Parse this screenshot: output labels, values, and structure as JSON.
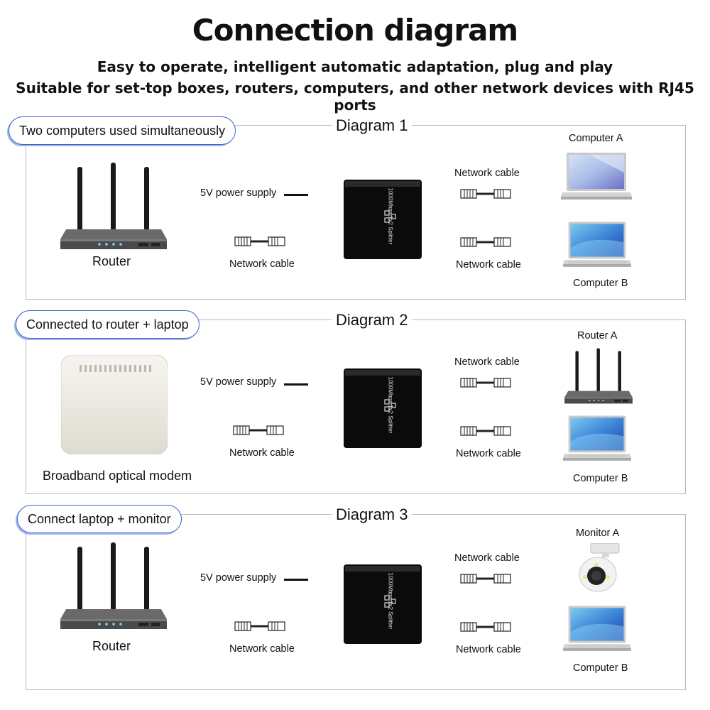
{
  "header": {
    "title": "Connection diagram",
    "subtitle1": "Easy to operate, intelligent automatic adaptation, plug and play",
    "subtitle2": "Suitable for set-top boxes, routers, computers, and other network devices with RJ45 ports"
  },
  "device_label": "1000Mbps 1x2 Splitter",
  "diagrams": [
    {
      "tag": "Two computers used simultaneously",
      "title": "Diagram 1",
      "source_label": "Router",
      "power_label": "5V power supply",
      "left_cable_label": "Network cable",
      "top_cable_label": "Network cable",
      "bottom_cable_label": "Network cable",
      "target_a_label": "Computer A",
      "target_b_label": "Computer B"
    },
    {
      "tag": "Connected to router + laptop",
      "title": "Diagram 2",
      "source_label": "Broadband optical modem",
      "power_label": "5V power supply",
      "left_cable_label": "Network cable",
      "top_cable_label": "Network cable",
      "bottom_cable_label": "Network cable",
      "target_a_label": "Router A",
      "target_b_label": "Computer B"
    },
    {
      "tag": "Connect laptop + monitor",
      "title": "Diagram 3",
      "source_label": "Router",
      "power_label": "5V power supply",
      "left_cable_label": "Network cable",
      "top_cable_label": "Network cable",
      "bottom_cable_label": "Network cable",
      "target_a_label": "Monitor A",
      "target_b_label": "Computer B"
    }
  ],
  "icons": {
    "router": "router-icon",
    "modem": "optical-modem-icon",
    "splitter": "splitter-icon",
    "cable": "network-cable-icon",
    "laptop": "laptop-icon",
    "camera": "security-camera-icon"
  }
}
